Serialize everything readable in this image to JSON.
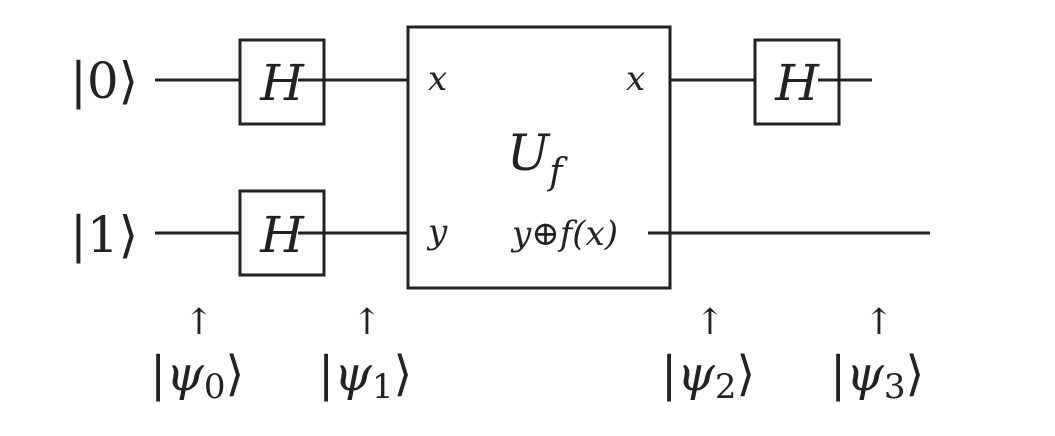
{
  "inputs": [
    {
      "ket_open": "|",
      "value": "0",
      "ket_close": "⟩"
    },
    {
      "ket_open": "|",
      "value": "1",
      "ket_close": "⟩"
    }
  ],
  "gates": {
    "hadamard_label": "H",
    "oracle": {
      "label_main": "U",
      "label_sub": "f",
      "port_top_in": "x",
      "port_top_out": "x",
      "port_bottom_in": "y",
      "port_bottom_out": "y⊕f(x)"
    }
  },
  "markers": {
    "arrow": "↑",
    "states": [
      {
        "symbol": "ψ",
        "index": "0"
      },
      {
        "symbol": "ψ",
        "index": "1"
      },
      {
        "symbol": "ψ",
        "index": "2"
      },
      {
        "symbol": "ψ",
        "index": "3"
      }
    ]
  },
  "colors": {
    "ink": "#222222",
    "background": "#ffffff"
  }
}
